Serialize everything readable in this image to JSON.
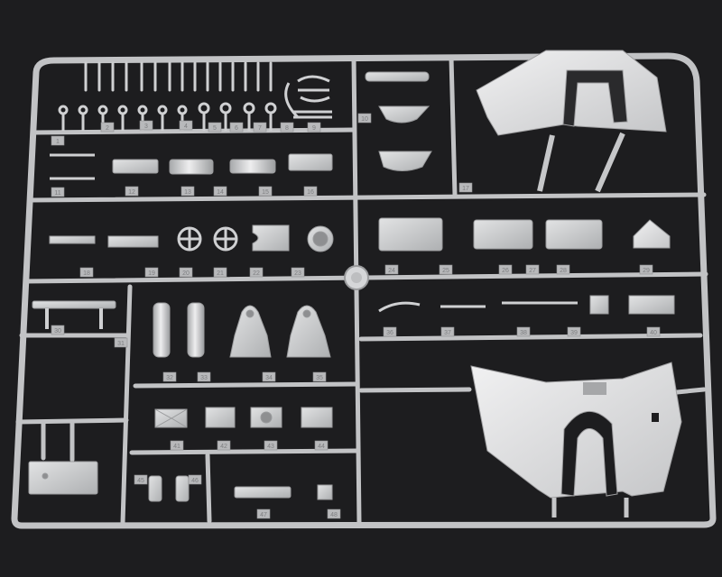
{
  "scene": {
    "subject": "plastic-model-kit-sprue",
    "background_color": "#1d1d1f",
    "plastic_color": "#c9cacb",
    "plastic_shadow": "#8e8f91",
    "plastic_highlight": "#ececec",
    "label_color": "#9c9d9f"
  },
  "part_numbers": [
    "1",
    "2",
    "3",
    "4",
    "5",
    "6",
    "7",
    "8",
    "9",
    "10",
    "11",
    "12",
    "13",
    "14",
    "15",
    "16",
    "17",
    "18",
    "19",
    "20",
    "21",
    "22",
    "23",
    "24",
    "25",
    "26",
    "27",
    "28",
    "29",
    "30",
    "31",
    "32",
    "33",
    "34",
    "35",
    "36",
    "37",
    "38",
    "39",
    "40",
    "41",
    "42",
    "43",
    "44",
    "45",
    "46",
    "47",
    "48"
  ]
}
